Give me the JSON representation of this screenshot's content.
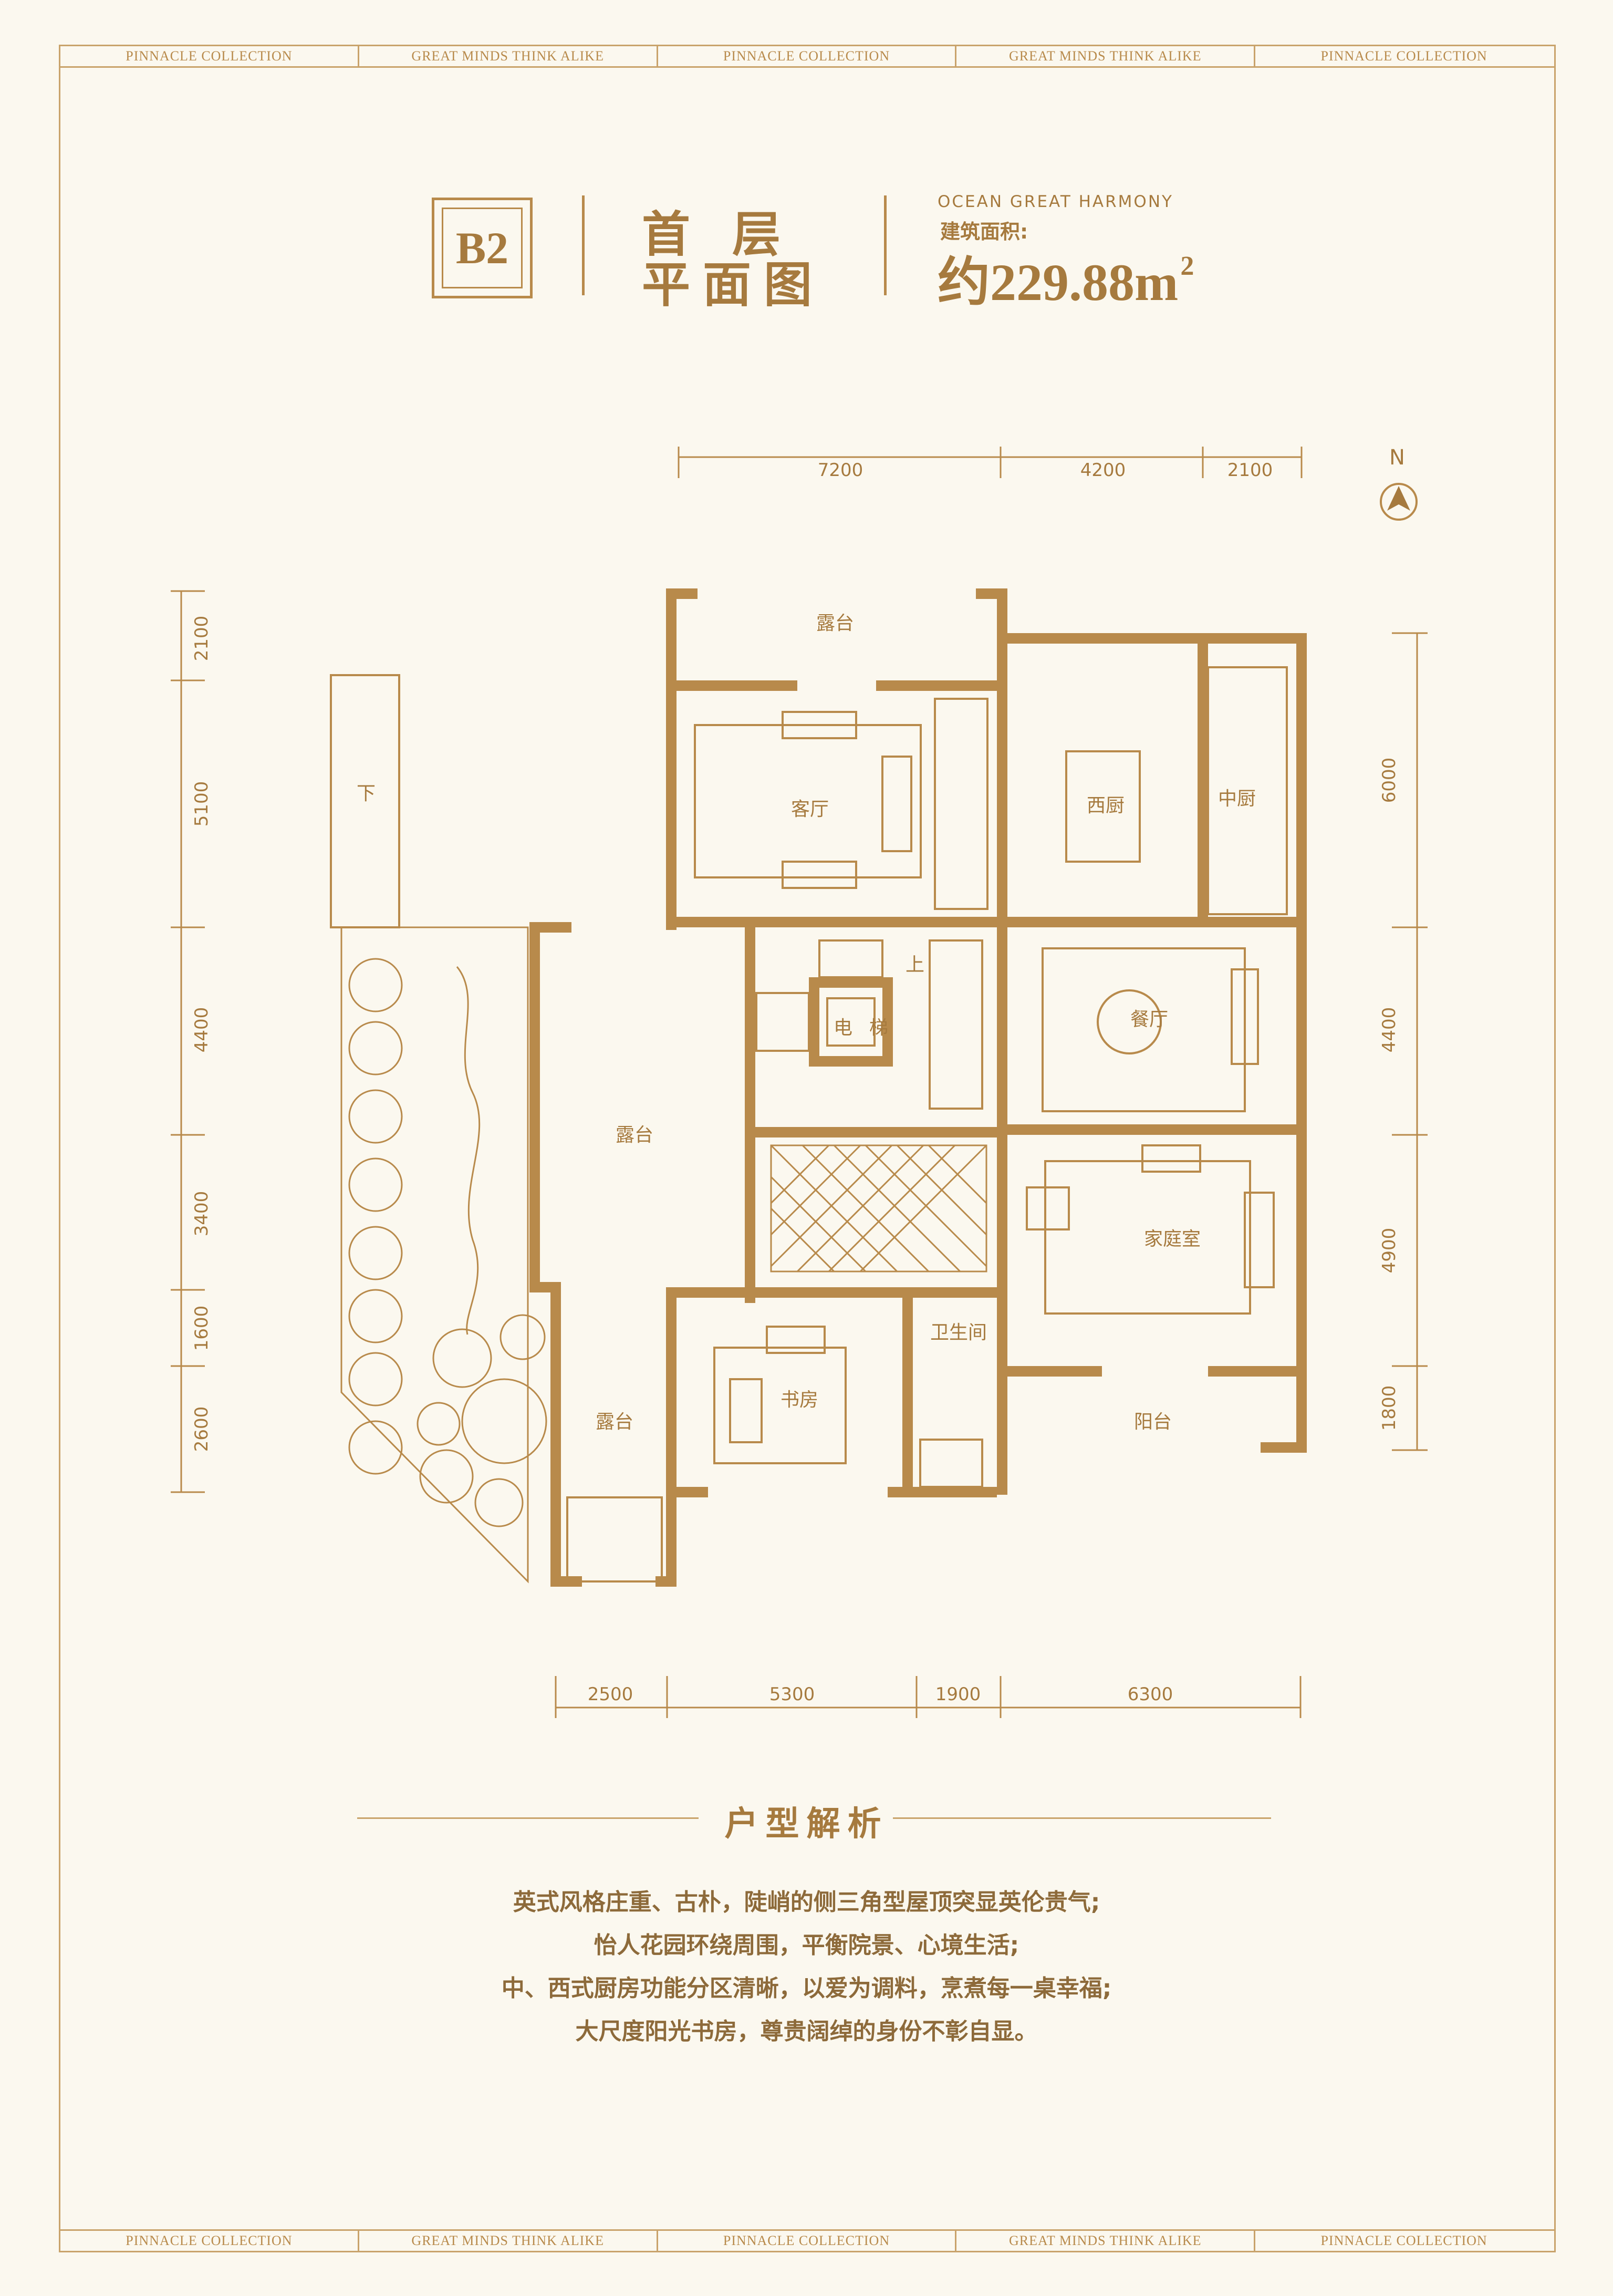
{
  "header_bands": [
    "PINNACLE COLLECTION",
    "GREAT MINDS THINK ALIKE",
    "PINNACLE COLLECTION",
    "GREAT MINDS THINK ALIKE",
    "PINNACLE COLLECTION"
  ],
  "footer_bands": [
    "PINNACLE COLLECTION",
    "GREAT MINDS THINK ALIKE",
    "PINNACLE COLLECTION",
    "GREAT MINDS THINK ALIKE",
    "PINNACLE COLLECTION"
  ],
  "unit_badge": "B2",
  "title": {
    "line1": "首 层",
    "line2": "平面图"
  },
  "subtitle_en": "OCEAN GREAT HARMONY",
  "area_label": "建筑面积:",
  "area_value": "约229.88m",
  "area_unit_sup": "2",
  "compass": "N",
  "dims": {
    "top": [
      "7200",
      "4200",
      "2100"
    ],
    "bottom": [
      "2500",
      "5300",
      "1900",
      "6300"
    ],
    "left": [
      "2100",
      "5100",
      "4400",
      "3400",
      "1600",
      "2600"
    ],
    "right": [
      "6000",
      "4400",
      "4900",
      "1800"
    ]
  },
  "rooms": {
    "terrace_top": "露台",
    "living": "客厅",
    "western_kitchen": "西厨",
    "chinese_kitchen": "中厨",
    "down": "下",
    "up": "上",
    "elevator_1": "电",
    "elevator_2": "梯",
    "dining": "餐厅",
    "terrace_mid": "露台",
    "family": "家庭室",
    "bathroom": "卫生间",
    "study": "书房",
    "terrace_low": "露台",
    "balcony": "阳台"
  },
  "analysis_title": "户型解析",
  "description": [
    "英式风格庄重、古朴，陡峭的侧三角型屋顶突显英伦贵气;",
    "怡人花园环绕周围，平衡院景、心境生活;",
    "中、西式厨房功能分区清晰，以爱为调料，烹煮每一桌幸福;",
    "大尺度阳光书房，尊贵阔绰的身份不彰自显。"
  ],
  "colors": {
    "accent": "#b88a4b",
    "background": "#fbf8ef",
    "text": "#8d6a3a"
  }
}
